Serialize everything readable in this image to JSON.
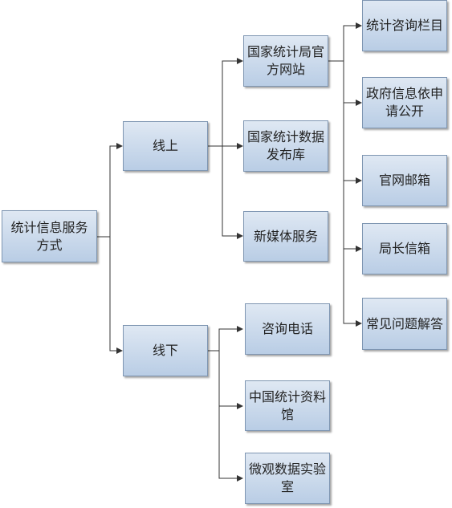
{
  "root": {
    "label": "统计信息服务方式"
  },
  "online": {
    "label": "线上"
  },
  "offline": {
    "label": "线下"
  },
  "online_children": [
    {
      "label": "国家统计局官方网站"
    },
    {
      "label": "国家统计数据发布库"
    },
    {
      "label": "新媒体服务"
    }
  ],
  "website_children": [
    {
      "label": "统计咨询栏目"
    },
    {
      "label": "政府信息依申请公开"
    },
    {
      "label": "官网邮箱"
    },
    {
      "label": "局长信箱"
    },
    {
      "label": "常见问题解答"
    }
  ],
  "offline_children": [
    {
      "label": "咨询电话"
    },
    {
      "label": "中国统计资料馆"
    },
    {
      "label": "微观数据实验室"
    }
  ],
  "colors": {
    "node_top": "#dfe8f3",
    "node_bottom": "#b9cde5",
    "node_border": "#7f96b2",
    "line": "#333333"
  }
}
